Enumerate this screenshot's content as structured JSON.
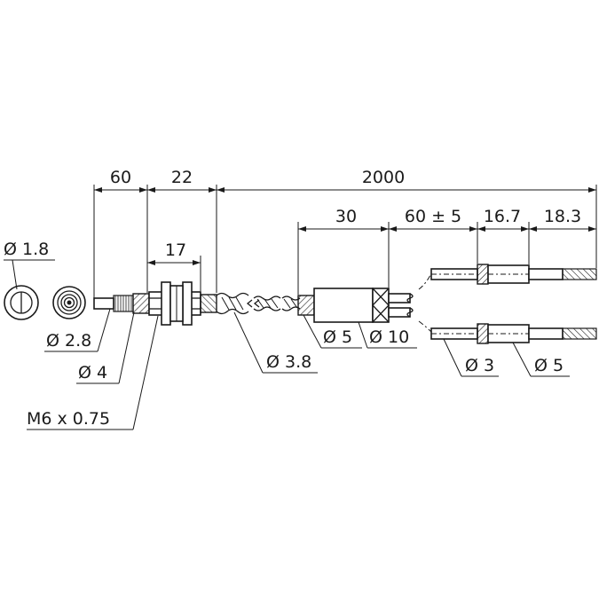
{
  "dimensions": {
    "len_60": "60",
    "len_22": "22",
    "len_2000": "2000",
    "len_17": "17",
    "len_30": "30",
    "len_60_tol": "60 ± 5",
    "len_16_7": "16.7",
    "len_18_3": "18.3"
  },
  "labels": {
    "dia_1_8": "Ø 1.8",
    "dia_2_8": "Ø 2.8",
    "dia_4": "Ø 4",
    "thread": "M6 x 0.75",
    "dia_3_8": "Ø 3.8",
    "dia_5_mid": "Ø 5",
    "dia_10": "Ø 10",
    "dia_3": "Ø 3",
    "dia_5_end": "Ø 5"
  }
}
